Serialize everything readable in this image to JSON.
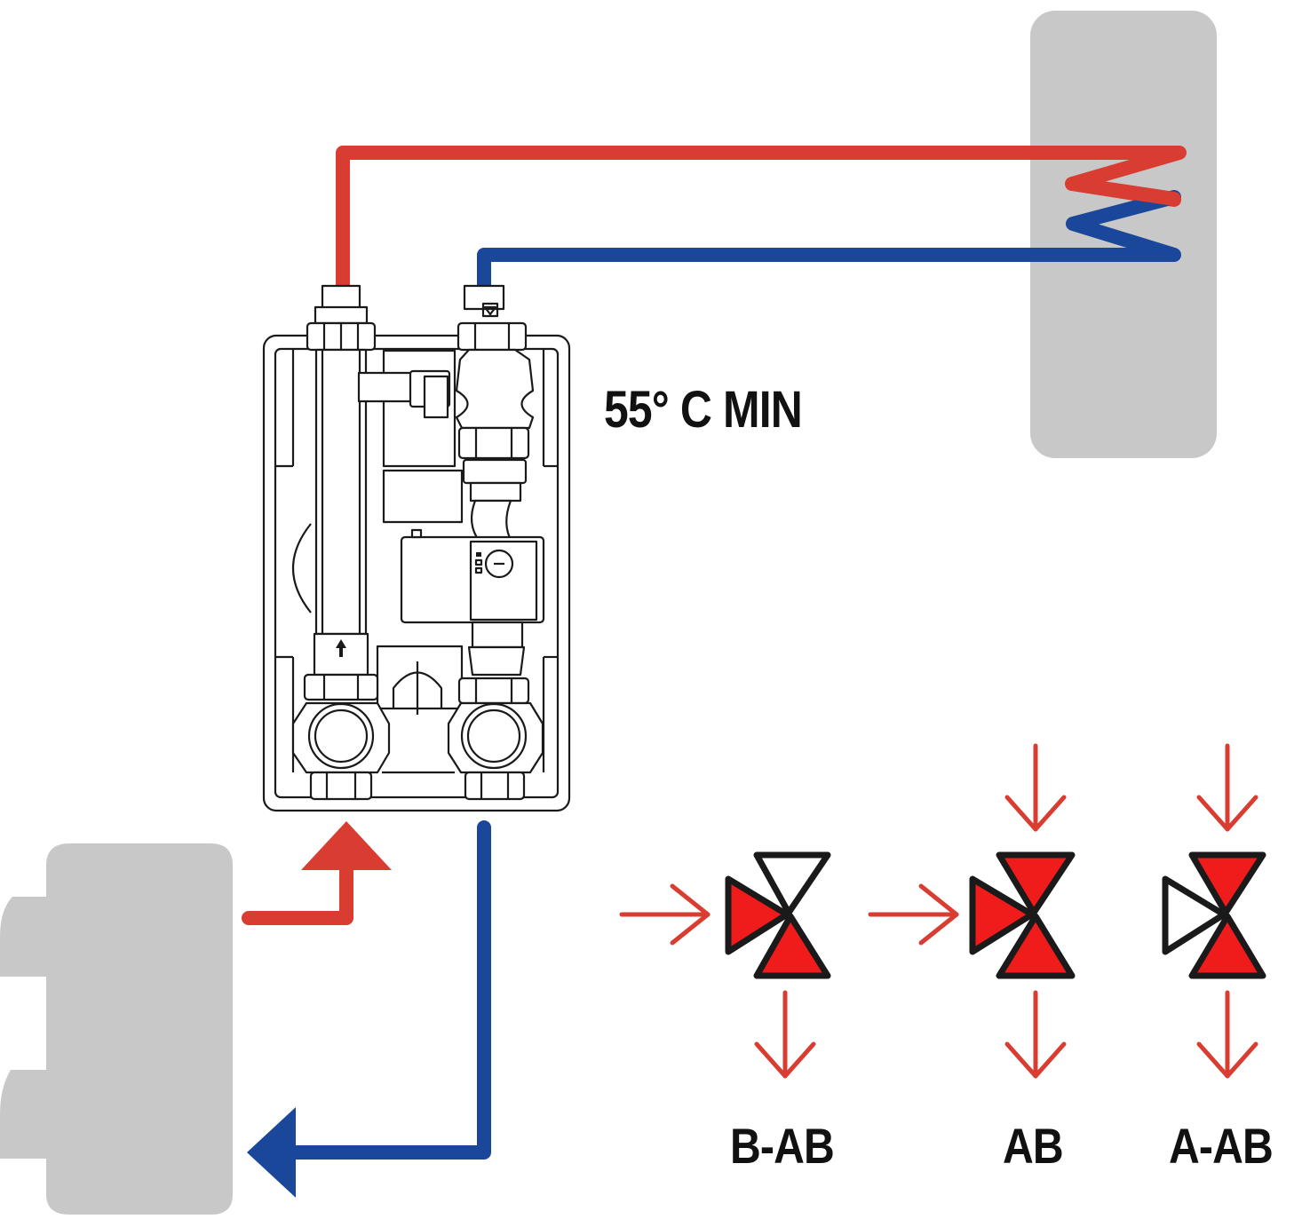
{
  "temperature_label": "55° C MIN",
  "valve_labels": {
    "b_ab": "B-AB",
    "ab": "AB",
    "a_ab": "A-AB"
  },
  "colors": {
    "hot": "#d93d32",
    "cold": "#1a4799",
    "tank": "#c8c8c8",
    "valve_fill": "#f01c1c",
    "outline": "#1a1a1a"
  }
}
